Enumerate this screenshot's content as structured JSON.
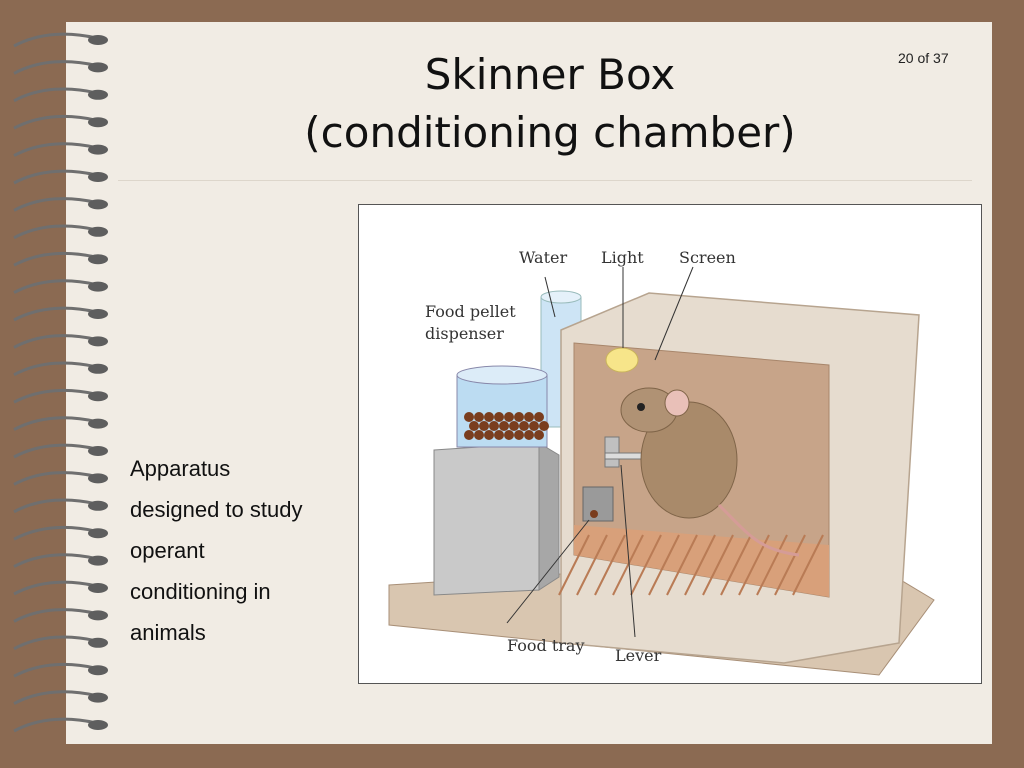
{
  "slide": {
    "title_line1": "Skinner Box",
    "title_line2": "(conditioning chamber)",
    "page_number": "20 of 37",
    "caption_lines": [
      "Apparatus",
      "designed to study",
      "operant",
      "conditioning in",
      "animals"
    ]
  },
  "figure": {
    "labels": {
      "water": "Water",
      "light": "Light",
      "screen": "Screen",
      "food_pellet_line1": "Food pellet",
      "food_pellet_line2": "dispenser",
      "food_tray": "Food tray",
      "lever": "Lever"
    }
  },
  "colors": {
    "background_frame": "#8b6a52",
    "slide": "#f1ece4",
    "box_outer": "#e6dccf",
    "box_interior": "#c7a489",
    "floor": "#d8a07a",
    "mouse": "#a98a6a"
  },
  "icons": [
    "spiral-binding-icon"
  ]
}
